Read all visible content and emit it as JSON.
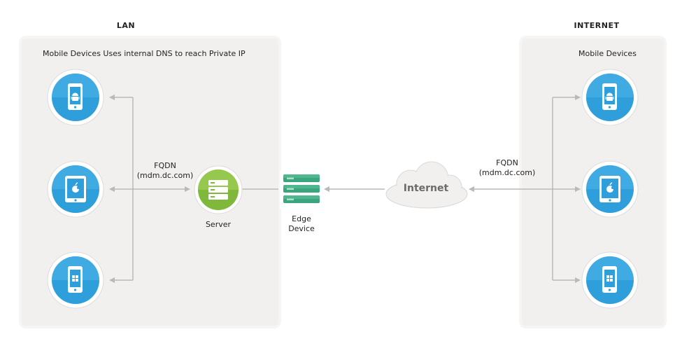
{
  "lan": {
    "title": "LAN",
    "caption": "Mobile Devices Uses internal DNS to reach Private IP",
    "fqdn_label": "FQDN",
    "fqdn_host": "(mdm.dc.com)",
    "server_label": "Server",
    "devices": [
      {
        "kind": "android-phone"
      },
      {
        "kind": "apple-tablet"
      },
      {
        "kind": "windows-phone"
      }
    ]
  },
  "edge": {
    "label_line1": "Edge",
    "label_line2": "Device"
  },
  "internet_cloud": {
    "label": "Internet"
  },
  "internet": {
    "title": "INTERNET",
    "caption": "Mobile Devices",
    "fqdn_label": "FQDN",
    "fqdn_host": "(mdm.dc.com)",
    "devices": [
      {
        "kind": "android-phone"
      },
      {
        "kind": "apple-tablet"
      },
      {
        "kind": "windows-phone"
      }
    ]
  },
  "colors": {
    "device_blue": "#2f9fdc",
    "server_green": "#7fb83a",
    "edge_green": "#3aa57e",
    "wire": "#b9b9b9",
    "panel": "#f1f0ee"
  }
}
